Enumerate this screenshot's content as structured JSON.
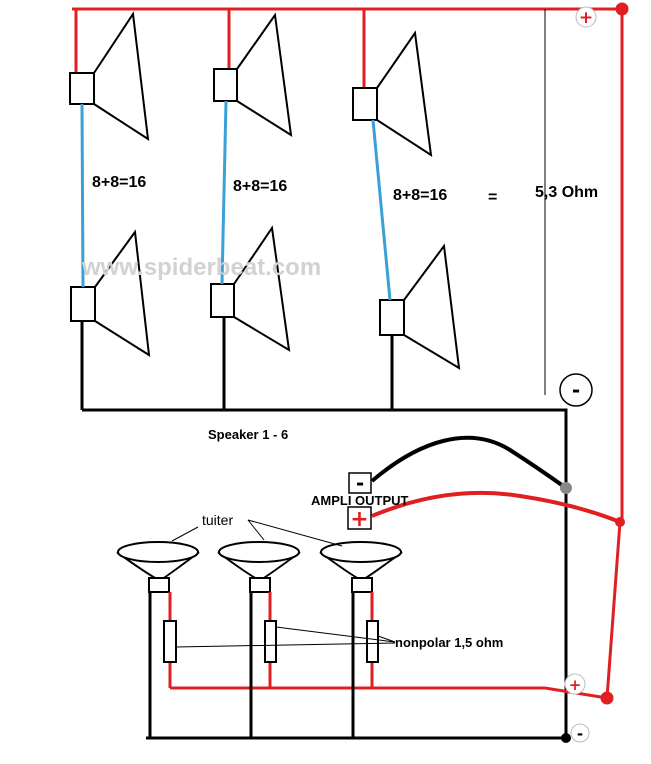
{
  "labels": {
    "eq1": "8+8=16",
    "eq2": "8+8=16",
    "eq3": "8+8=16",
    "equals": "=",
    "total": "5,3 Ohm",
    "watermark": "www.spiderbeat.com",
    "speakers": "Speaker  1 - 6",
    "ampli": "AMPLI OUTPUT",
    "tweeter": "tuiter",
    "resistor": "nonpolar 1,5 ohm"
  },
  "signs": {
    "plus_top": "+",
    "minus_mid": "-",
    "amp_minus": "-",
    "amp_plus": "+",
    "plus_bottom": "+",
    "minus_bottom": "-"
  },
  "colors": {
    "positive_wire": "#e02020",
    "negative_wire": "#000000",
    "series_link": "#3aa0d8",
    "terminal_dot": "#888888",
    "watermark": "#d2d2d2"
  }
}
